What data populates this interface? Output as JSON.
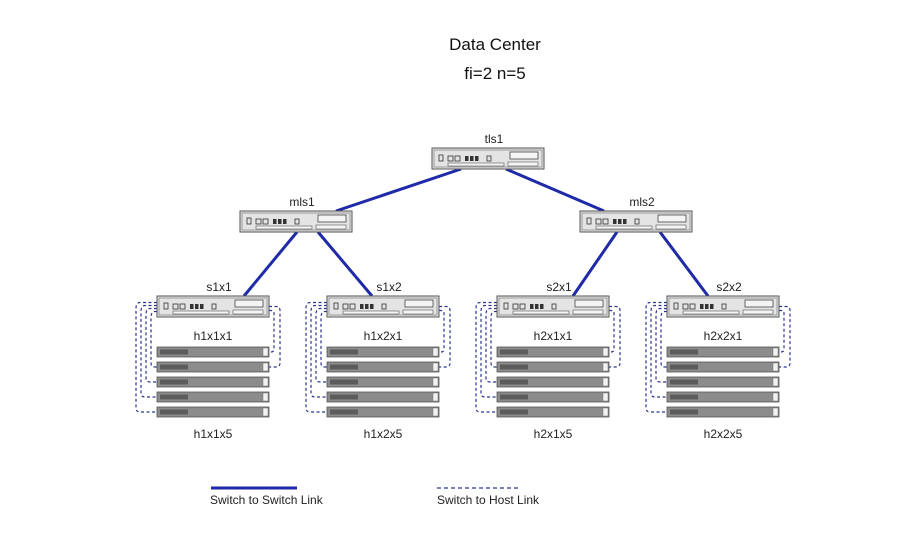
{
  "diagram": {
    "title": "Data Center",
    "subtitle": "fi=2  n=5",
    "colors": {
      "switch_link": "#1f2aa8",
      "host_link": "#2b3590",
      "device_fill": "#e4e4e4",
      "device_stroke": "#555555",
      "host_bar": "#8c8c8c"
    },
    "switches": [
      {
        "id": "tls1",
        "label": "tls1",
        "tier": "top"
      },
      {
        "id": "mls1",
        "label": "mls1",
        "tier": "middle"
      },
      {
        "id": "mls2",
        "label": "mls2",
        "tier": "middle"
      },
      {
        "id": "s1x1",
        "label": "s1x1",
        "tier": "edge"
      },
      {
        "id": "s1x2",
        "label": "s1x2",
        "tier": "edge"
      },
      {
        "id": "s2x1",
        "label": "s2x1",
        "tier": "edge"
      },
      {
        "id": "s2x2",
        "label": "s2x2",
        "tier": "edge"
      }
    ],
    "switch_links": [
      [
        "tls1",
        "mls1"
      ],
      [
        "tls1",
        "mls2"
      ],
      [
        "mls1",
        "s1x1"
      ],
      [
        "mls1",
        "s1x2"
      ],
      [
        "mls2",
        "s2x1"
      ],
      [
        "mls2",
        "s2x2"
      ]
    ],
    "host_groups": [
      {
        "switch": "s1x1",
        "first_label": "h1x1x1",
        "last_label": "h1x1x5",
        "host_count": 5
      },
      {
        "switch": "s1x2",
        "first_label": "h1x2x1",
        "last_label": "h1x2x5",
        "host_count": 5
      },
      {
        "switch": "s2x1",
        "first_label": "h2x1x1",
        "last_label": "h2x1x5",
        "host_count": 5
      },
      {
        "switch": "s2x2",
        "first_label": "h2x2x1",
        "last_label": "h2x2x5",
        "host_count": 5
      }
    ],
    "legend": {
      "switch_to_switch": "Switch to Switch Link",
      "switch_to_host": "Switch to Host Link"
    }
  }
}
